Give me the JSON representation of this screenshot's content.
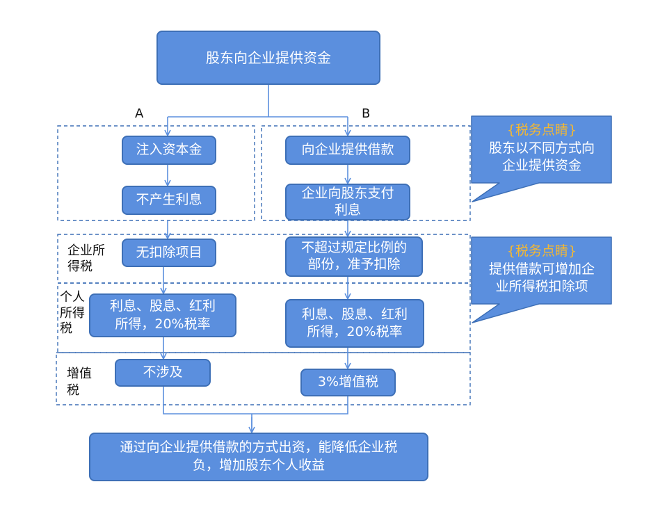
{
  "title": "股东向企业提供资金",
  "branch_a_label": "A",
  "branch_b_label": "B",
  "branch_a": {
    "inject": "注入资本金",
    "no_interest": "不产生利息",
    "no_deduction": "无扣除项目",
    "personal_tax": [
      "利息、股息、红利",
      "所得，20%税率"
    ],
    "vat": "不涉及"
  },
  "branch_b": {
    "loan": "向企业提供借款",
    "pay_interest": [
      "企业向股东支付",
      "利息"
    ],
    "deduction": [
      "不超过规定比例的",
      "部份，准予扣除"
    ],
    "personal_tax": [
      "利息、股息、红利",
      "所得，20%税率"
    ],
    "vat": "3%增值税"
  },
  "row_labels": {
    "corporate_tax": [
      "企业所",
      "得税"
    ],
    "personal_tax": [
      "个人",
      "所得",
      "税"
    ],
    "vat": [
      "增值",
      "税"
    ]
  },
  "callouts": [
    {
      "tag": "{税务点睛}",
      "lines": [
        "股东以不同方式向",
        "企业提供资金"
      ]
    },
    {
      "tag": "{税务点睛}",
      "lines": [
        "提供借款可增加企",
        "业所得税扣除项"
      ]
    }
  ],
  "conclusion": [
    "通过向企业提供借款的方式出资，能降低企业税",
    "负，增加股东个人收益"
  ],
  "colors": {
    "box_fill": "#5b8fde",
    "box_border": "#3d6fb6",
    "dashed": "#3d6fb6",
    "tag": "#f5b830"
  }
}
